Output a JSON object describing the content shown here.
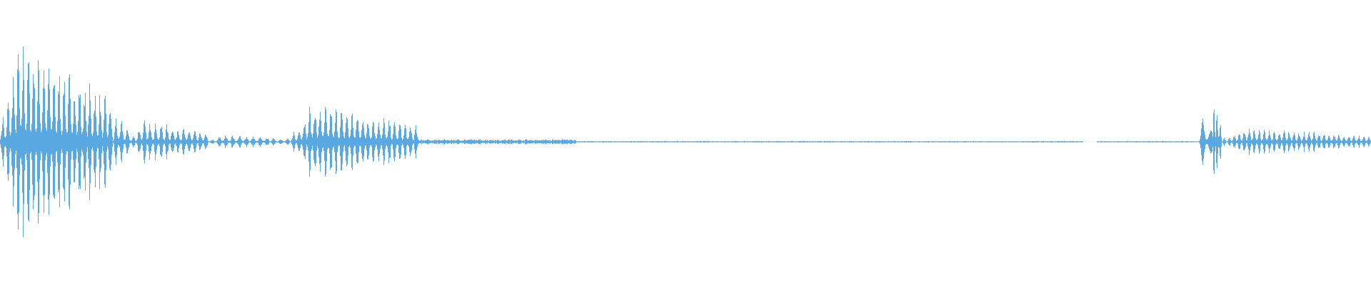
{
  "waveform": {
    "color": "#5aa8e2",
    "background": "#ffffff",
    "segments": [
      {
        "start": 0.0,
        "end": 0.082,
        "peak": 0.85,
        "pulses": 22
      },
      {
        "start": 0.082,
        "end": 0.095,
        "peak": 0.22,
        "pulses": 3
      },
      {
        "start": 0.095,
        "end": 0.152,
        "peak": 0.18,
        "pulses": 14
      },
      {
        "start": 0.152,
        "end": 0.212,
        "peak": 0.06,
        "pulses": 12
      },
      {
        "start": 0.212,
        "end": 0.305,
        "peak": 0.33,
        "pulses": 24
      },
      {
        "start": 0.305,
        "end": 0.42,
        "peak": 0.02,
        "pulses": 0
      },
      {
        "start": 0.42,
        "end": 0.79,
        "peak": 0.006,
        "pulses": 0
      },
      {
        "start": 0.8,
        "end": 0.87,
        "peak": 0.006,
        "pulses": 0
      },
      {
        "start": 0.874,
        "end": 0.886,
        "peak": 0.2,
        "pulses": 2
      },
      {
        "start": 0.884,
        "end": 0.891,
        "peak": 0.4,
        "pulses": 3
      },
      {
        "start": 0.891,
        "end": 1.0,
        "peak": 0.12,
        "pulses": 30
      }
    ]
  }
}
